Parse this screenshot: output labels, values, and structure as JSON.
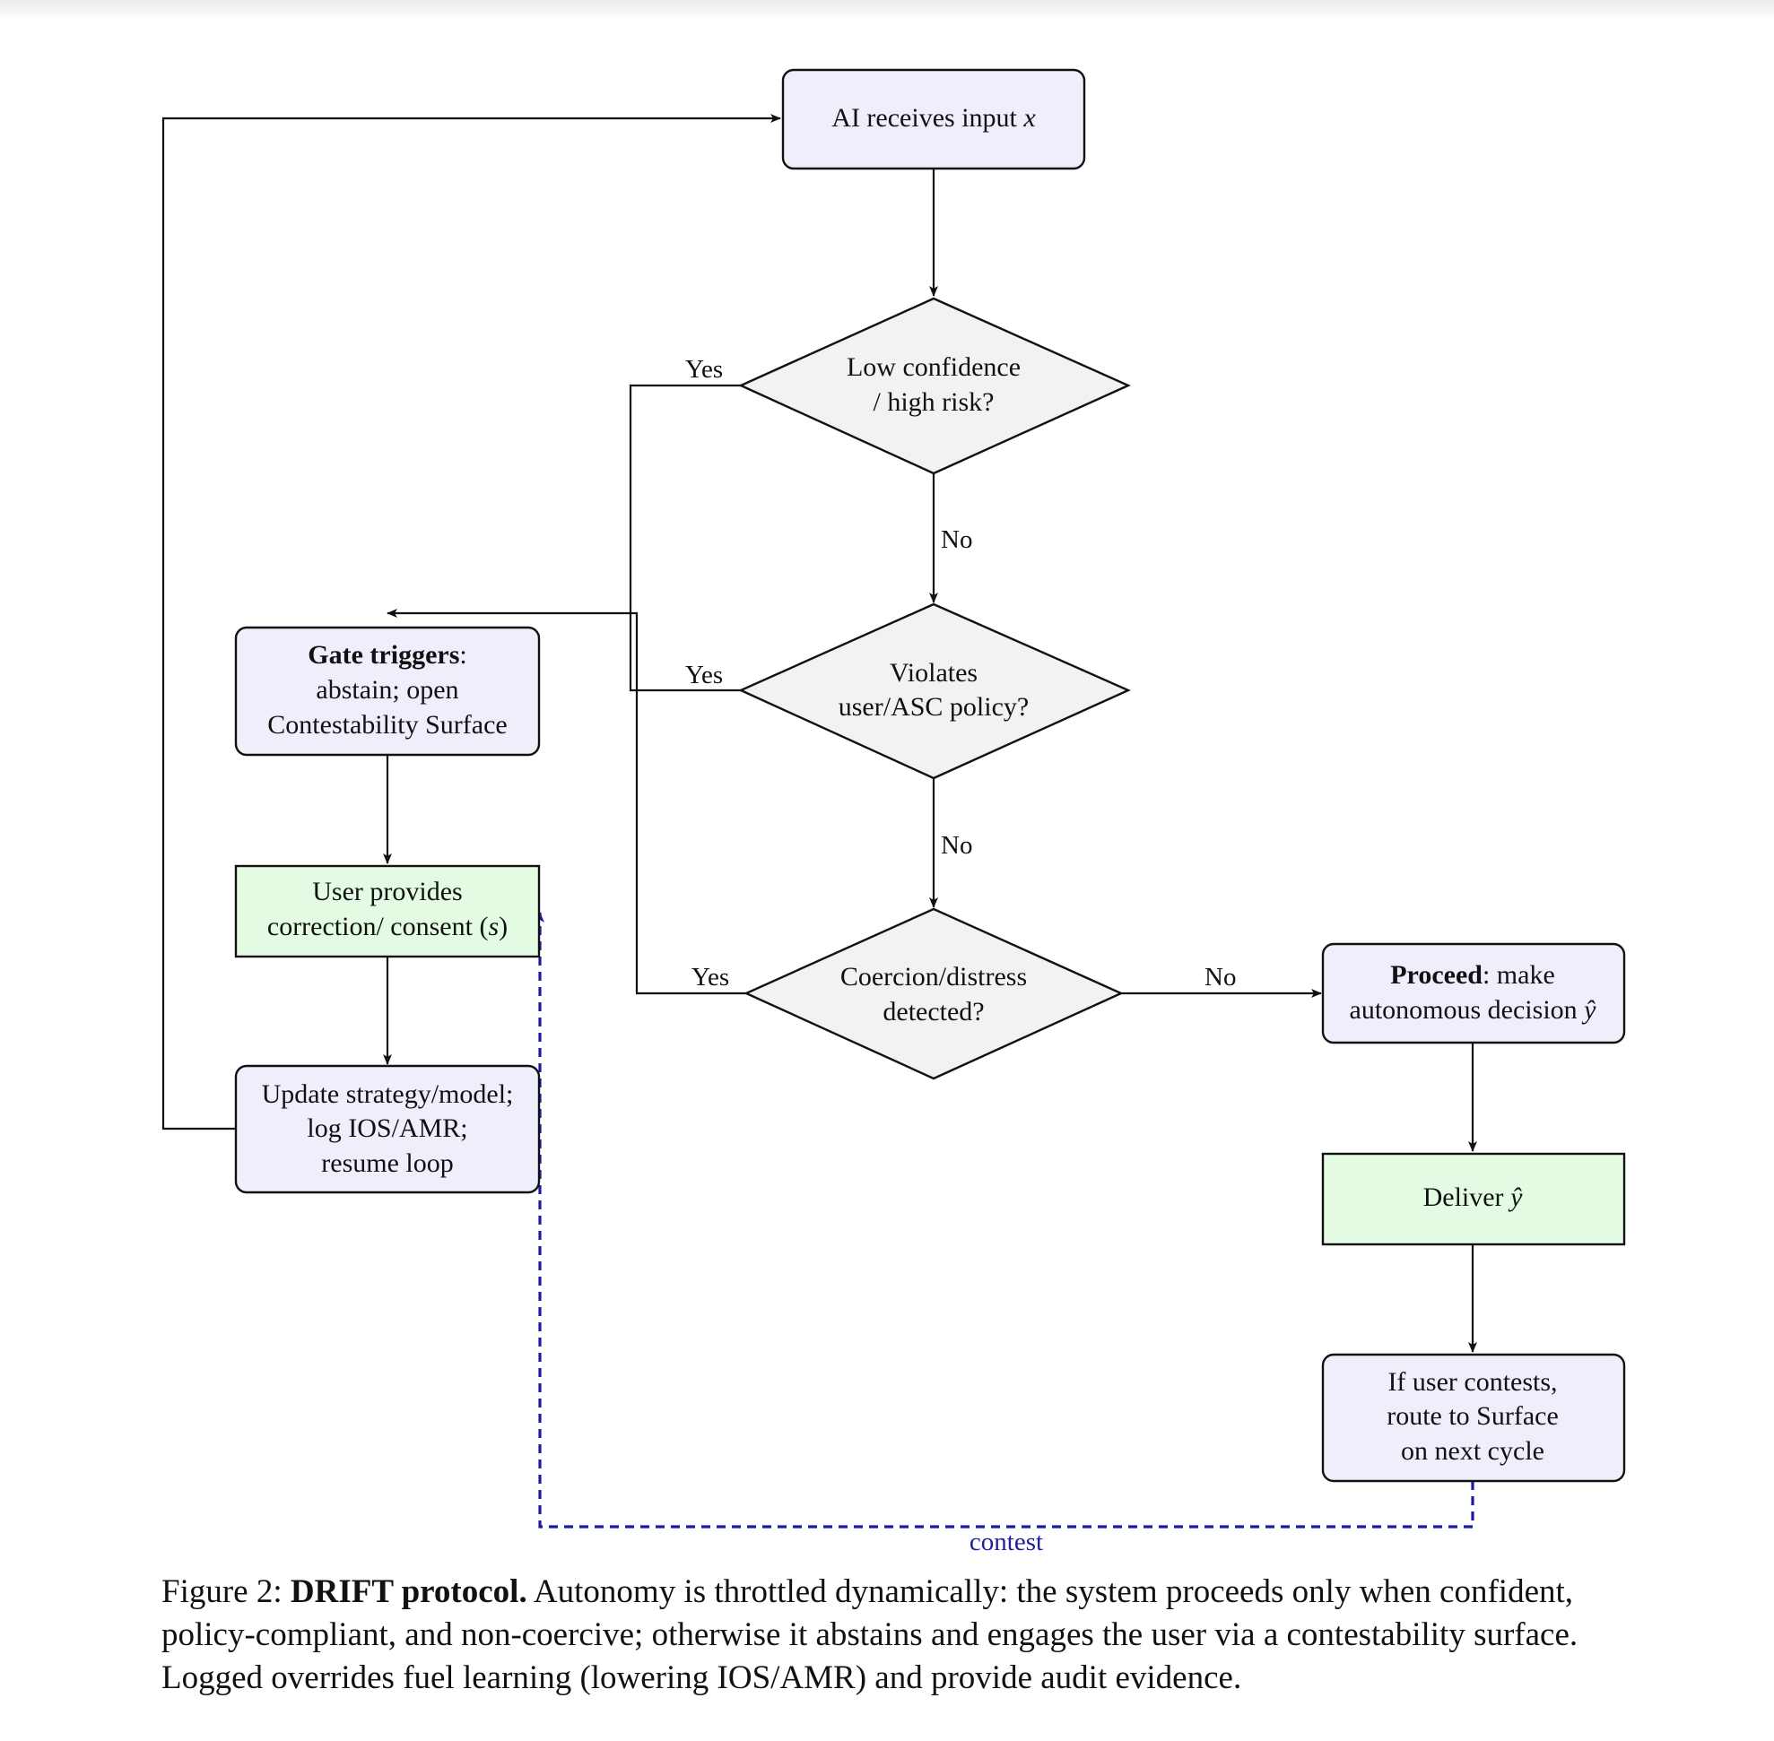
{
  "nodes": {
    "input": {
      "text": "AI receives input ",
      "var": "x"
    },
    "low_conf": {
      "line1": "Low confidence",
      "line2": "/ high risk?"
    },
    "violates": {
      "line1": "Violates",
      "line2": "user/ASC policy?"
    },
    "coercion": {
      "line1": "Coercion/distress",
      "line2": "detected?"
    },
    "gate": {
      "bold": "Gate triggers",
      "rest": ":",
      "line2": "abstain; open",
      "line3": "Contestability Surface"
    },
    "user_provides": {
      "line1": "User provides",
      "line2": "correction/ consent (",
      "var": "s",
      "tail": ")"
    },
    "update": {
      "line1": "Update strategy/model;",
      "line2": "log IOS/AMR;",
      "line3": "resume loop"
    },
    "proceed": {
      "bold": "Proceed",
      "rest": ": make",
      "line2": "autonomous decision ",
      "var": "ŷ"
    },
    "deliver": {
      "text": "Deliver ",
      "var": "ŷ"
    },
    "contests": {
      "line1": "If user contests,",
      "line2": "route to Surface",
      "line3": "on next cycle"
    }
  },
  "edge_labels": {
    "yes1": "Yes",
    "no1": "No",
    "yes2": "Yes",
    "no2": "No",
    "yes3": "Yes",
    "no3": "No",
    "contest": "contest"
  },
  "caption": {
    "label": "Figure 2: ",
    "bold": "DRIFT protocol.",
    "text": " Autonomy is throttled dynamically: the system proceeds only when confident, policy-compliant, and non-coercive; otherwise it abstains and engages the user via a contestability surface. Logged overrides fuel learning (lowering IOS/AMR) and provide audit evidence."
  },
  "colors": {
    "box_blue": "#efeffc",
    "box_green": "#e3fbe3",
    "diamond_gray": "#f2f2f2",
    "contest_dash": "#1a1aa6"
  }
}
